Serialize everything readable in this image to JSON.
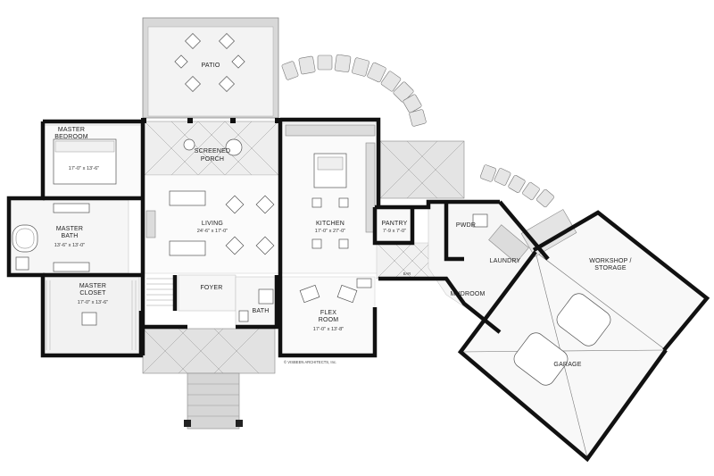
{
  "rooms": {
    "patio": {
      "name": "PATIO"
    },
    "screened_porch": {
      "name_line1": "SCREENED",
      "name_line2": "PORCH"
    },
    "master_bedroom": {
      "name_line1": "MASTER",
      "name_line2": "BEDROOM",
      "size": "17'-0\" x 13'-6\""
    },
    "master_bath": {
      "name_line1": "MASTER",
      "name_line2": "BATH",
      "size": "13'-6\" x 13'-0\""
    },
    "master_closet": {
      "name_line1": "MASTER",
      "name_line2": "CLOSET",
      "size": "17'-0\" x 13'-6\""
    },
    "living": {
      "name": "LIVING",
      "size": "24'-6\" x 17'-0\""
    },
    "kitchen": {
      "name": "KITCHEN",
      "size": "17'-0\" x 27'-0\""
    },
    "pantry": {
      "name": "PANTRY",
      "size": "7'-9 x 7'-0\""
    },
    "pwdr": {
      "name": "PWDR"
    },
    "laundry": {
      "name": "LAUNDRY"
    },
    "mudroom": {
      "name": "MUDROOM"
    },
    "foyer": {
      "name": "FOYER"
    },
    "bath": {
      "name": "BATH"
    },
    "flex_room": {
      "name_line1": "FLEX",
      "name_line2": "ROOM",
      "size": "17'-0\" x 13'-8\""
    },
    "workshop": {
      "name_line1": "WORKSHOP /",
      "name_line2": "STORAGE"
    },
    "garage": {
      "name": "GARAGE"
    }
  },
  "annotations": {
    "credit": "© VISBEEN ARCHITECTS, Inc.",
    "bar": "BAR"
  }
}
